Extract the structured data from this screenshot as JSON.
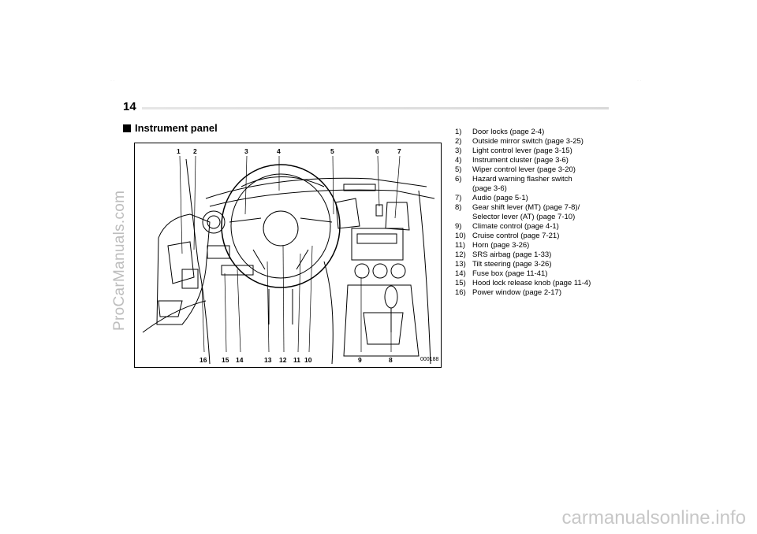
{
  "page": {
    "number": "14"
  },
  "section": {
    "heading": "Instrument panel"
  },
  "figure": {
    "code": "000188",
    "top_callouts": [
      "1",
      "2",
      "3",
      "4",
      "5",
      "6",
      "7"
    ],
    "bottom_callouts": [
      "16",
      "15",
      "14",
      "13",
      "12",
      "11",
      "10",
      "9",
      "8"
    ]
  },
  "legend": [
    {
      "num": "1)",
      "text": "Door locks (page 2-4)"
    },
    {
      "num": "2)",
      "text": "Outside mirror switch (page 3-25)"
    },
    {
      "num": "3)",
      "text": "Light control lever (page 3-15)"
    },
    {
      "num": "4)",
      "text": "Instrument cluster (page 3-6)"
    },
    {
      "num": "5)",
      "text": "Wiper control lever (page 3-20)"
    },
    {
      "num": "6)",
      "text": "Hazard warning flasher switch"
    },
    {
      "num": "",
      "text": "(page 3-6)"
    },
    {
      "num": "7)",
      "text": "Audio (page 5-1)"
    },
    {
      "num": "8)",
      "text": "Gear shift lever (MT) (page 7-8)/"
    },
    {
      "num": "",
      "text": "Selector lever (AT) (page 7-10)"
    },
    {
      "num": "9)",
      "text": "Climate control (page 4-1)"
    },
    {
      "num": "10)",
      "text": "Cruise control (page 7-21)"
    },
    {
      "num": "11)",
      "text": "Horn (page 3-26)"
    },
    {
      "num": "12)",
      "text": "SRS airbag (page 1-33)"
    },
    {
      "num": "13)",
      "text": "Tilt steering (page 3-26)"
    },
    {
      "num": "14)",
      "text": "Fuse box (page 11-41)"
    },
    {
      "num": "15)",
      "text": "Hood lock release knob (page 11-4)"
    },
    {
      "num": "16)",
      "text": "Power window (page 2-17)"
    }
  ],
  "watermarks": {
    "side": "ProCarManuals.com",
    "bottom": "carmanualsonline.info"
  }
}
